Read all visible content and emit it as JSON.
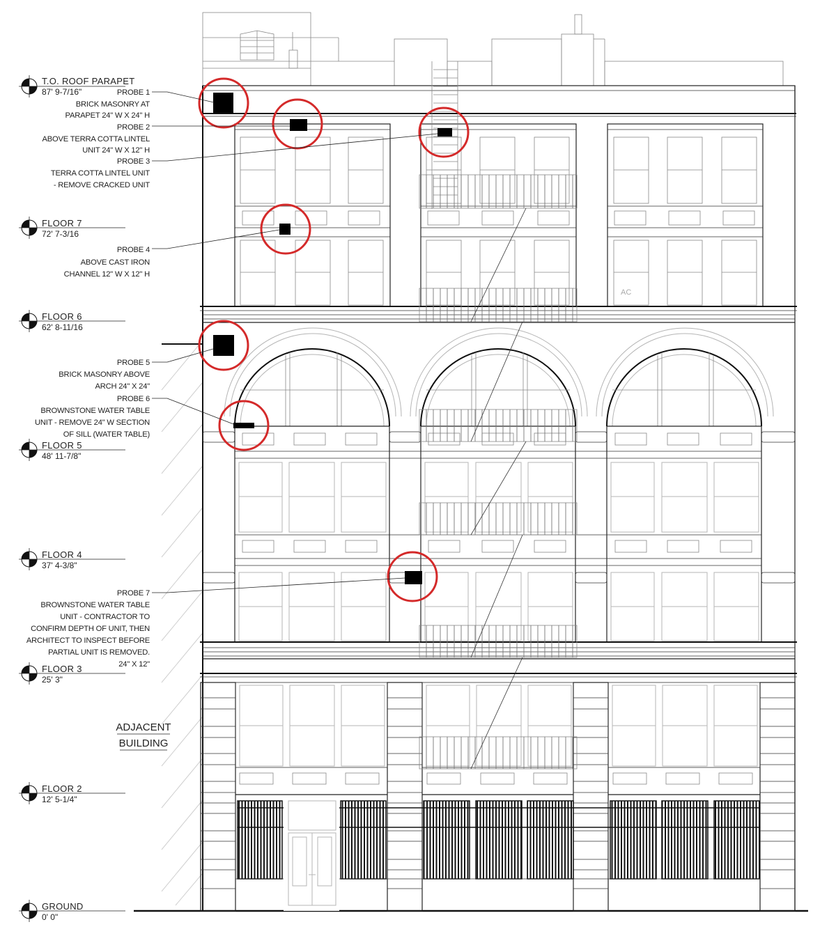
{
  "drawing": {
    "type": "building-elevation",
    "colors": {
      "line": "#222222",
      "probe_circle": "#d42a2a",
      "probe_marker": "#000000",
      "hatch": "#cfcfcf",
      "background": "#ffffff"
    }
  },
  "levels": [
    {
      "name": "T.O. ROOF PARAPET",
      "elevation": "87' 9-7/16\""
    },
    {
      "name": "FLOOR 7",
      "elevation": "72' 7-3/16"
    },
    {
      "name": "FLOOR 6",
      "elevation": "62' 8-11/16"
    },
    {
      "name": "FLOOR 5",
      "elevation": "48' 11-7/8\""
    },
    {
      "name": "FLOOR 4",
      "elevation": "37' 4-3/8\""
    },
    {
      "name": "FLOOR 3",
      "elevation": "25' 3\""
    },
    {
      "name": "FLOOR 2",
      "elevation": "12' 5-1/4\""
    },
    {
      "name": "GROUND",
      "elevation": "0' 0\""
    }
  ],
  "probes": [
    {
      "label": "PROBE 1",
      "lines": [
        "BRICK MASONRY AT",
        "PARAPET 24\" W X 24\" H"
      ]
    },
    {
      "label": "PROBE 2",
      "lines": [
        "ABOVE TERRA COTTA LINTEL",
        "UNIT 24\" W X 12\" H"
      ]
    },
    {
      "label": "PROBE 3",
      "lines": [
        "TERRA COTTA LINTEL UNIT",
        "- REMOVE CRACKED UNIT"
      ]
    },
    {
      "label": "PROBE 4",
      "lines": [
        "ABOVE CAST IRON",
        "CHANNEL 12\" W X 12\" H"
      ]
    },
    {
      "label": "PROBE 5",
      "lines": [
        "BRICK MASONRY ABOVE",
        "ARCH 24\" X 24\""
      ]
    },
    {
      "label": "PROBE 6",
      "lines": [
        "BROWNSTONE WATER TABLE",
        "UNIT - REMOVE 24\" W SECTION",
        "OF SILL (WATER TABLE)"
      ]
    },
    {
      "label": "PROBE 7",
      "lines": [
        "BROWNSTONE WATER TABLE",
        "UNIT - CONTRACTOR TO",
        "CONFIRM DEPTH OF UNIT, THEN",
        "ARCHITECT TO INSPECT BEFORE",
        "PARTIAL UNIT IS REMOVED.",
        "24\" X 12\""
      ]
    }
  ],
  "annotations": {
    "adjacent_building": [
      "ADJACENT",
      "BUILDING"
    ],
    "window_tag": "AC"
  }
}
